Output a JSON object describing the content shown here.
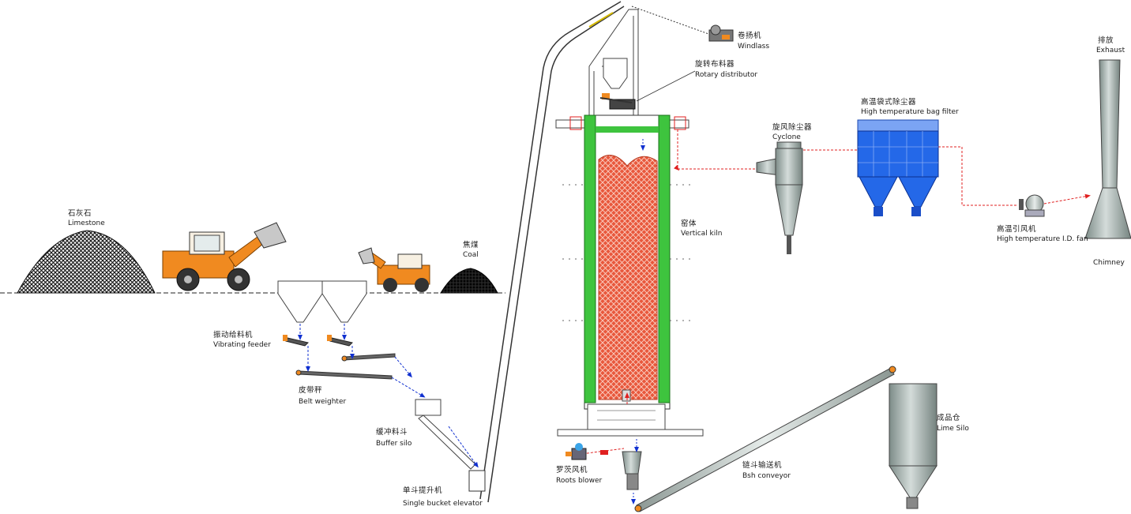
{
  "colors": {
    "kiln_charge": "#e8583c",
    "kiln_wall": "#3ec43e",
    "bag_filter": "#2468e8",
    "loader": "#f08a20",
    "flow_air": "#e02020",
    "flow_material": "#1030d0",
    "steel": "#9aa8a4"
  },
  "labels": {
    "limestone": {
      "zh": "石灰石",
      "en": "Limestone"
    },
    "coal": {
      "zh": "焦煤",
      "en": "Coal"
    },
    "vibrating_feeder": {
      "zh": "振动给料机",
      "en": "Vibrating feeder"
    },
    "belt_weighter": {
      "zh": "皮带秤",
      "en": "Belt weighter"
    },
    "buffer_silo": {
      "zh": "缓冲料斗",
      "en": "Buffer silo"
    },
    "single_bucket_elevator": {
      "zh": "单斗提升机",
      "en": "Single bucket elevator"
    },
    "winch": {
      "zh": "卷扬机",
      "en": "Windlass"
    },
    "rotary_distributor": {
      "zh": "旋转布料器",
      "en": "Rotary distributor"
    },
    "kiln": {
      "zh": "窑体",
      "en": "Vertical kiln"
    },
    "cyclone": {
      "zh": "旋风除尘器",
      "en": "Cyclone"
    },
    "bag_filter": {
      "zh": "高温袋式除尘器",
      "en": "High temperature bag filter"
    },
    "id_fan": {
      "zh": "高温引风机",
      "en": "High temperature I.D. fan"
    },
    "exhaust": {
      "zh": "排放",
      "en": "Exhaust"
    },
    "chimney": {
      "en": "Chimney"
    },
    "roots_blower": {
      "zh": "罗茨风机",
      "en": "Roots blower"
    },
    "bsh_conveyor": {
      "zh": "链斗输送机",
      "en": "Bsh conveyor"
    },
    "lime_silo": {
      "zh": "成品仓",
      "en": "Lime Silo"
    }
  }
}
